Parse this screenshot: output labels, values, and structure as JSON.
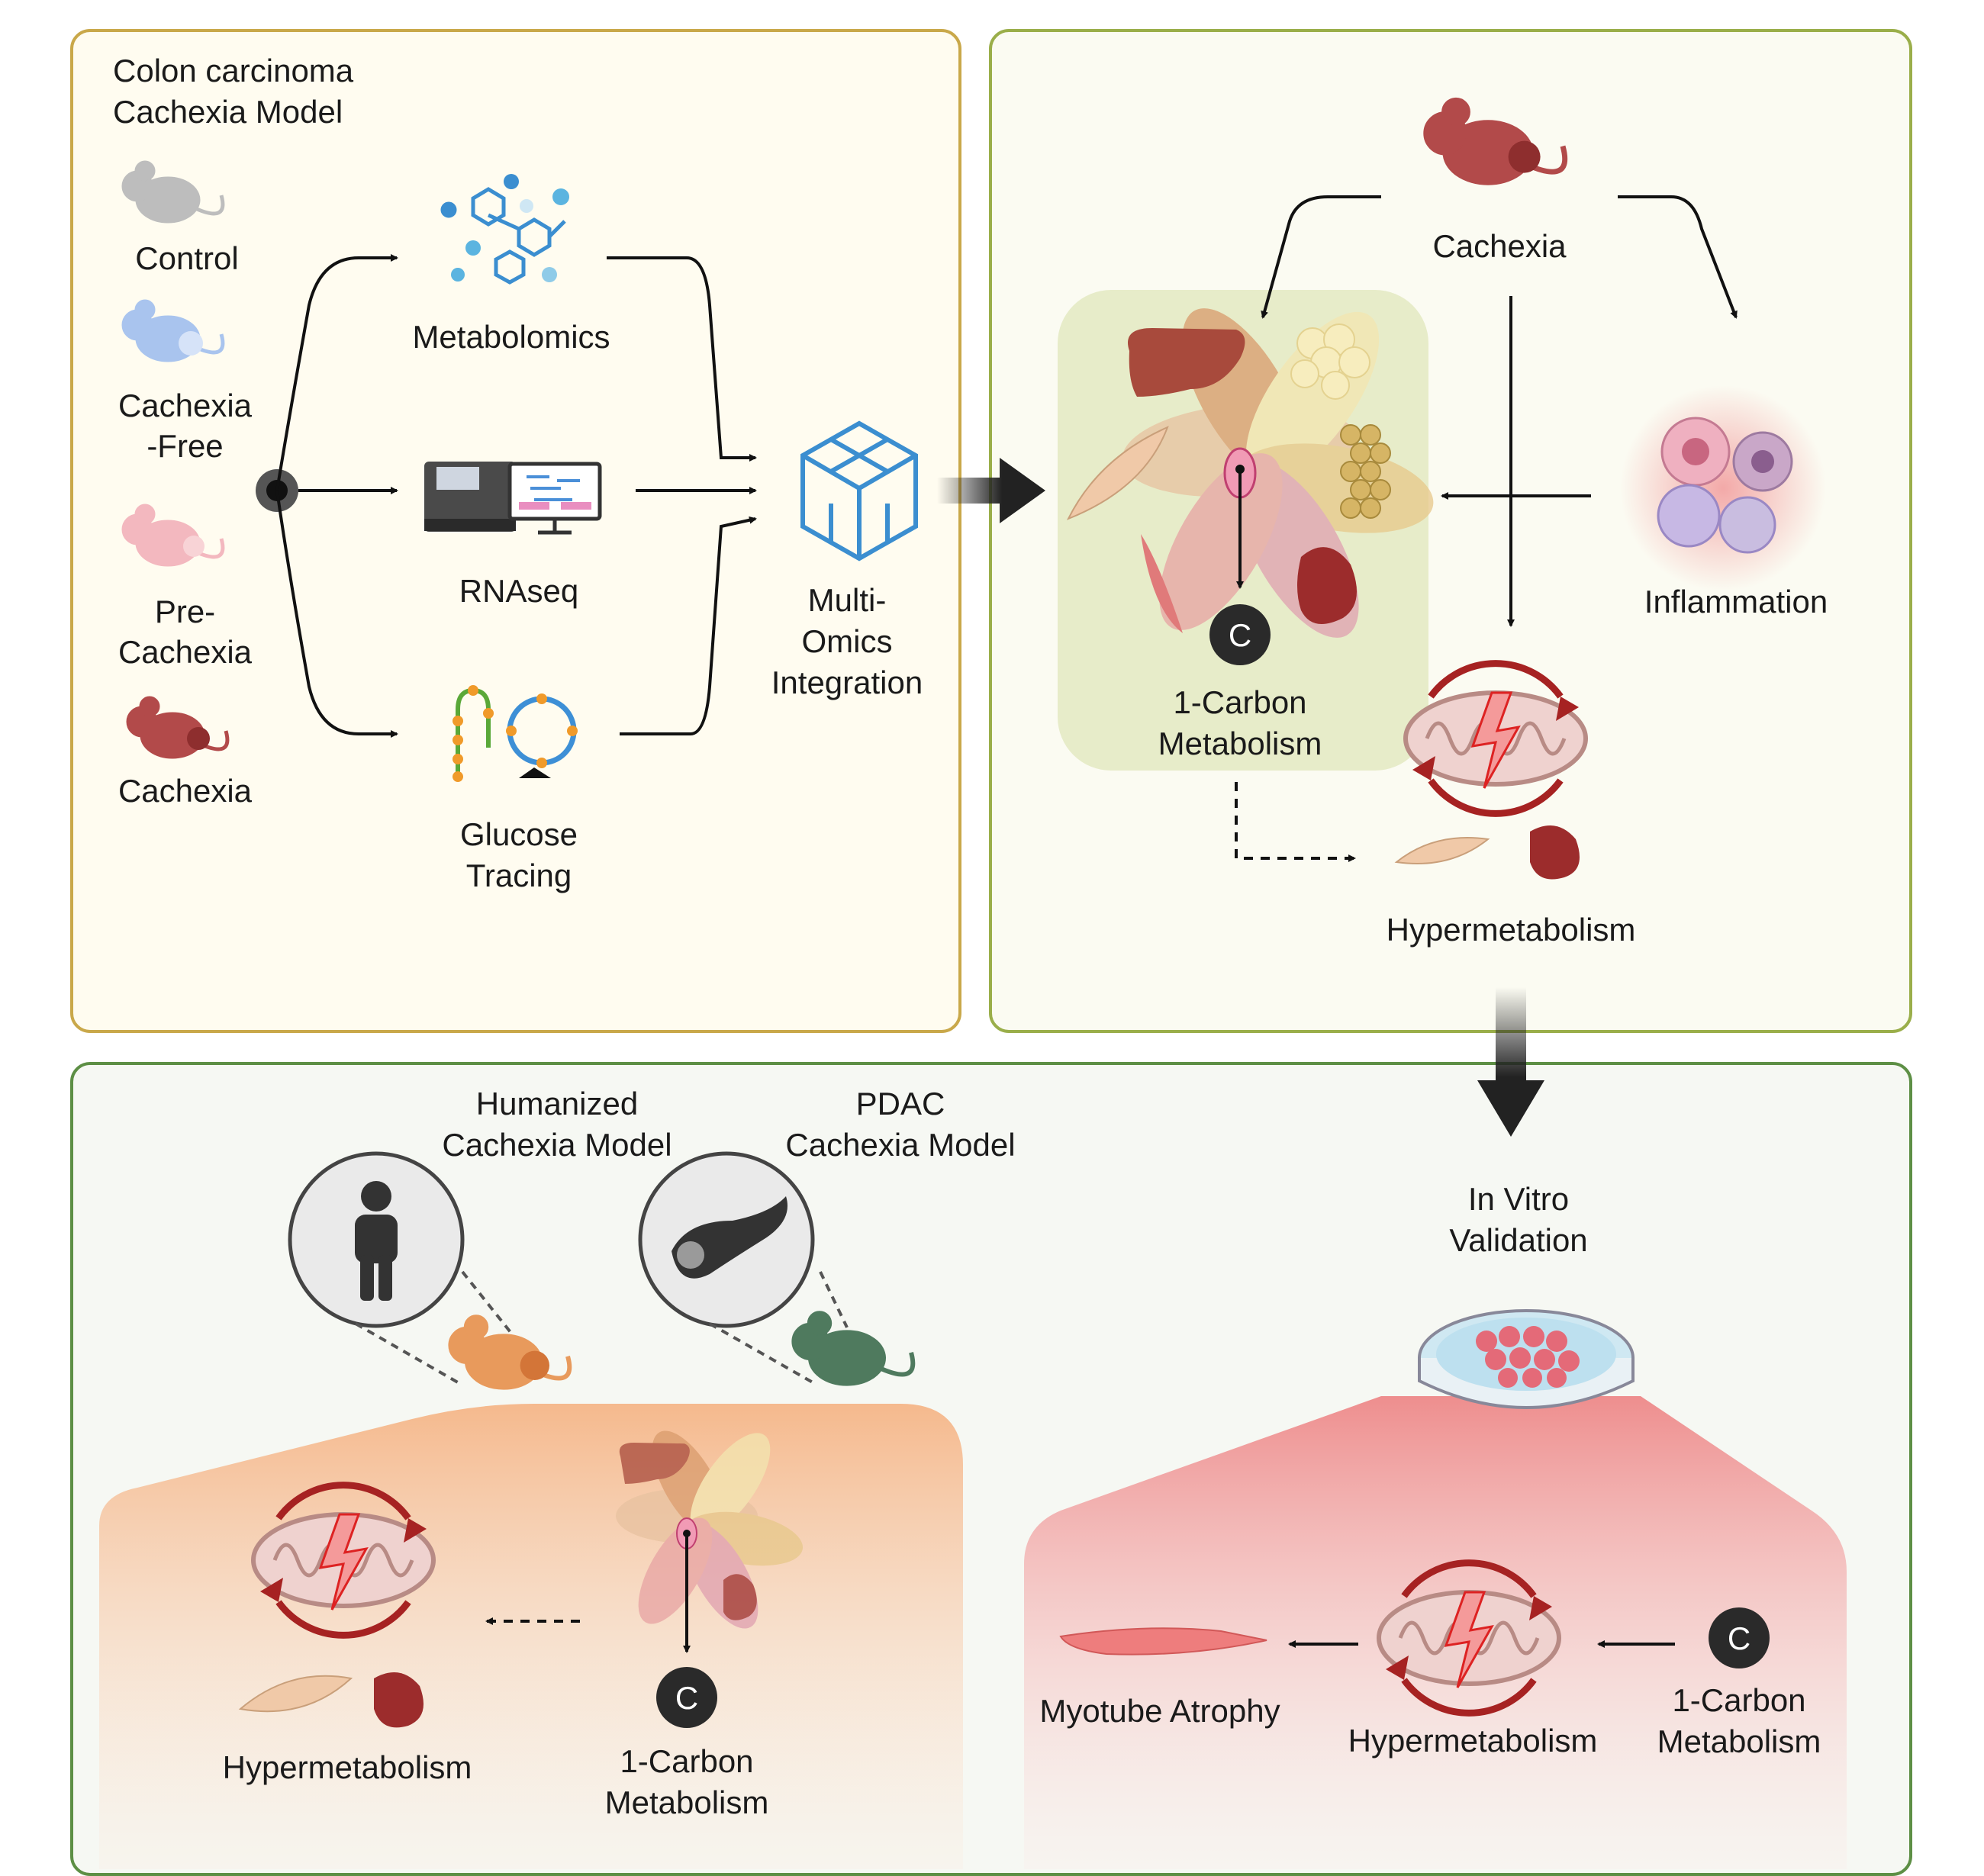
{
  "panel_a": {
    "title_line1": "Colon carcinoma",
    "title_line2": "Cachexia Model",
    "groups": {
      "control": "Control",
      "cachexia_free_1": "Cachexia",
      "cachexia_free_2": "-Free",
      "pre_cachexia_1": "Pre-",
      "pre_cachexia_2": "Cachexia",
      "cachexia": "Cachexia"
    },
    "methods": {
      "metabolomics": "Metabolomics",
      "rnaseq": "RNAseq",
      "glucose_1": "Glucose",
      "glucose_2": "Tracing"
    },
    "integration_1": "Multi-",
    "integration_2": "Omics",
    "integration_3": "Integration"
  },
  "panel_b": {
    "cachexia": "Cachexia",
    "inflammation": "Inflammation",
    "one_carbon_1": "1-Carbon",
    "one_carbon_2": "Metabolism",
    "carbon_symbol": "C",
    "hypermetabolism": "Hypermetabolism"
  },
  "panel_c": {
    "humanized_1": "Humanized",
    "humanized_2": "Cachexia Model",
    "pdac_1": "PDAC",
    "pdac_2": "Cachexia Model",
    "hypermetabolism": "Hypermetabolism",
    "one_carbon_1": "1-Carbon",
    "one_carbon_2": "Metabolism",
    "carbon_symbol": "C"
  },
  "panel_d": {
    "in_vitro_1": "In Vitro",
    "in_vitro_2": "Validation",
    "myotube": "Myotube Atrophy",
    "hypermetabolism": "Hypermetabolism",
    "one_carbon_1": "1-Carbon",
    "one_carbon_2": "Metabolism",
    "carbon_symbol": "C"
  },
  "colors": {
    "mouse_control": "#bdbdbd",
    "mouse_cachexia_free": "#a9c4ee",
    "mouse_pre_cachexia": "#f3b8bf",
    "mouse_cachexia": "#b24a4a",
    "mouse_humanized": "#e89a5c",
    "mouse_pdac": "#4f7a5e",
    "mito_cycle": "#a62222"
  }
}
